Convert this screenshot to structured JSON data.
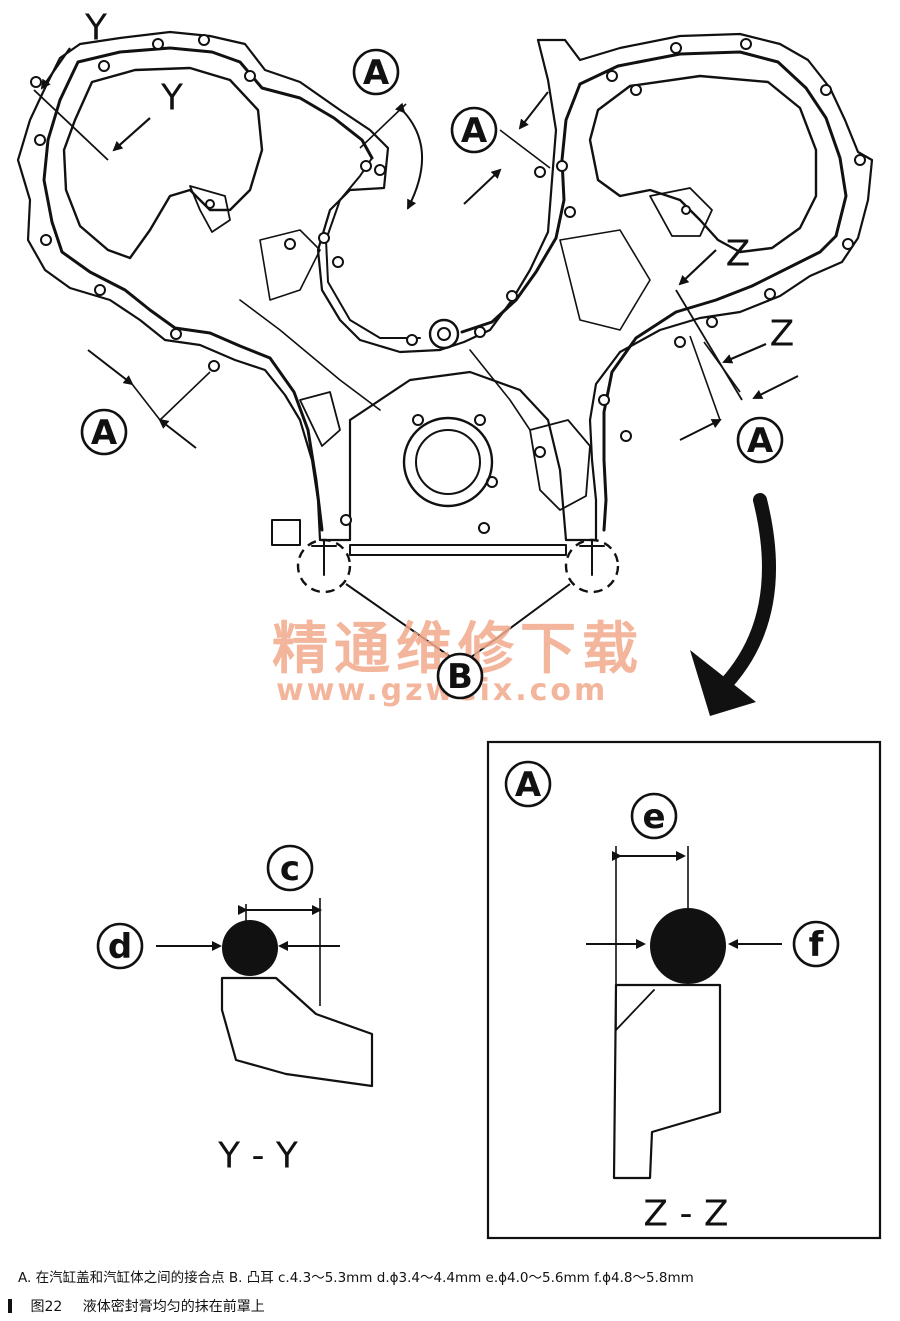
{
  "diagram": {
    "callouts": {
      "a": "A",
      "b": "B",
      "c": "c",
      "d": "d",
      "e": "e",
      "f": "f"
    },
    "section_marks": {
      "y": "Y",
      "z": "Z"
    },
    "section_titles": {
      "yy": "Y - Y",
      "zz": "Z - Z"
    },
    "detail_panel_callout": "A",
    "watermark": {
      "line1": "精通维修下载",
      "line2": "www.gzweix.com"
    }
  },
  "caption": {
    "legend": "A. 在汽缸盖和汽缸体之间的接合点 B. 凸耳 c.4.3～5.3mm d.ϕ3.4～4.4mm e.ϕ4.0～5.6mm f.ϕ4.8～5.8mm",
    "figure_number": "图22",
    "figure_title": "液体密封膏均匀的抹在前罩上"
  }
}
